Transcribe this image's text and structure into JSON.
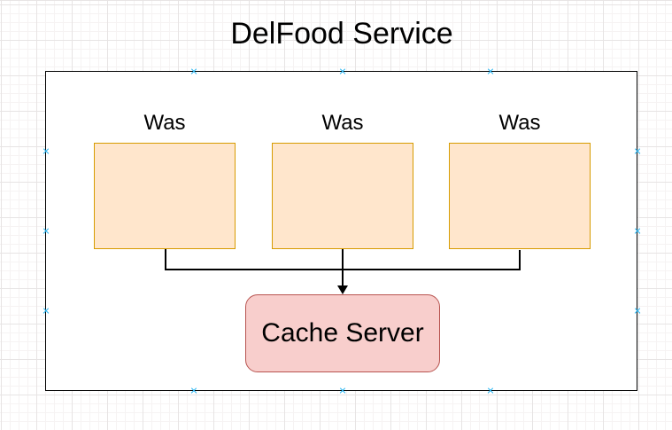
{
  "diagram": {
    "title": "DelFood Service",
    "was_boxes": [
      {
        "label": "Was"
      },
      {
        "label": "Was"
      },
      {
        "label": "Was"
      }
    ],
    "cache_server": {
      "label": "Cache Server"
    },
    "colors": {
      "was_fill": "#ffe6cc",
      "was_stroke": "#d79b00",
      "cache_fill": "#f8cecc",
      "cache_stroke": "#b85450",
      "connector": "#000000",
      "container_stroke": "#000000",
      "connection_point": "#29b6f2"
    }
  }
}
